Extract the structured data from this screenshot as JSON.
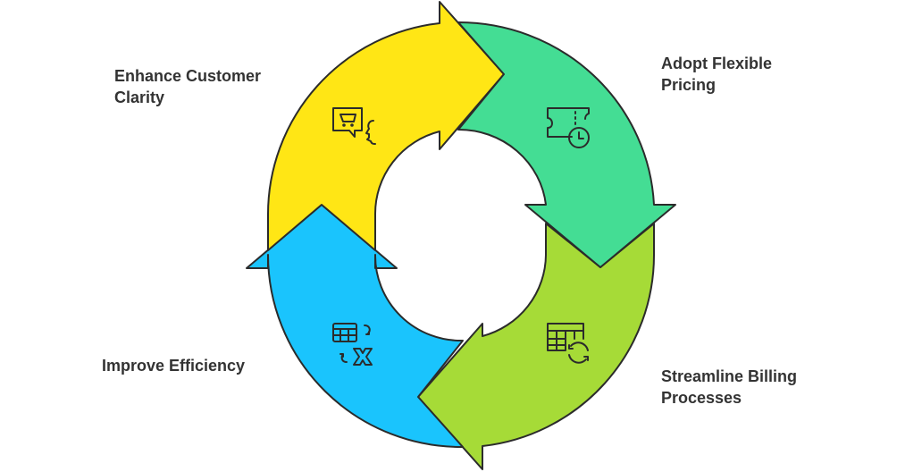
{
  "steps": [
    {
      "label": "Enhance Customer Clarity",
      "icon": "cart-speech-icon",
      "color": "#FFE615"
    },
    {
      "label": "Adopt Flexible Pricing",
      "icon": "ticket-clock-icon",
      "color": "#44DD94"
    },
    {
      "label": "Streamline Billing Processes",
      "icon": "spreadsheet-refresh-icon",
      "color": "#A6DB37"
    },
    {
      "label": "Improve Efficiency",
      "icon": "spreadsheet-excel-icon",
      "color": "#1AC4FD"
    }
  ]
}
